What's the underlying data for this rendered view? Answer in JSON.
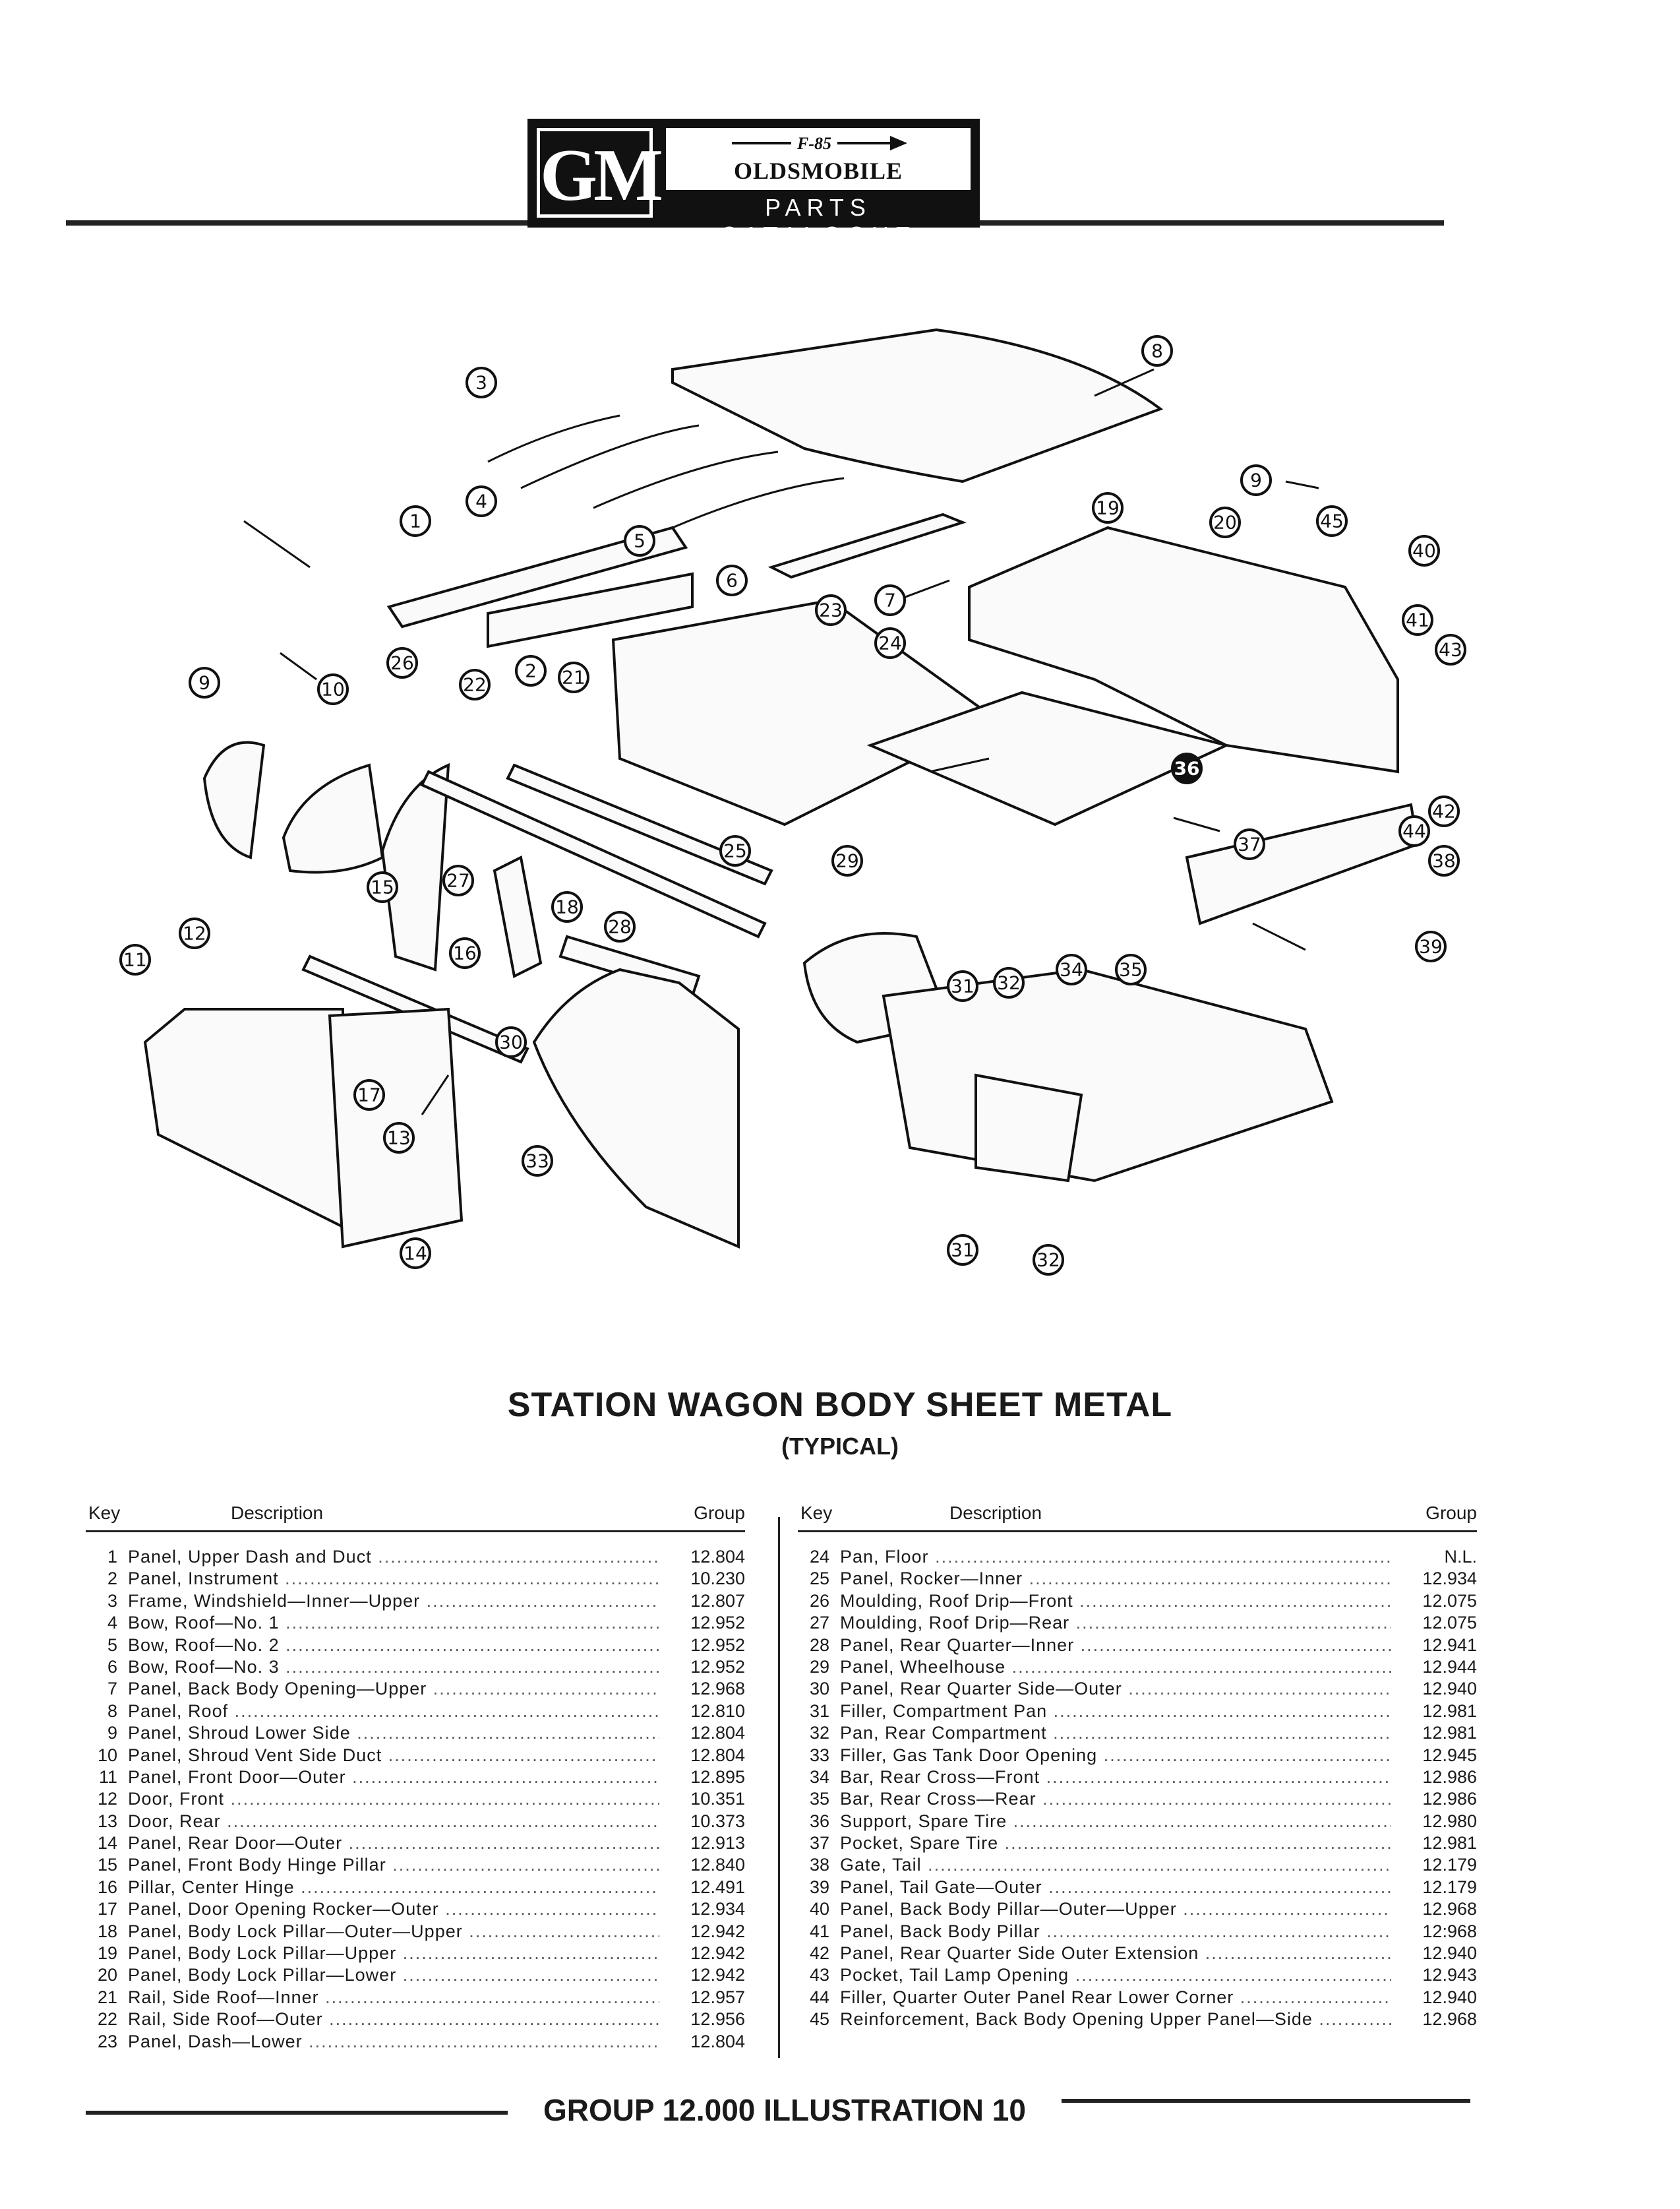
{
  "header": {
    "logo_text": "GM",
    "emblem_text": "F-85",
    "brand_name": "OLDSMOBILE",
    "catalogue_label": "PARTS CATALOGUE"
  },
  "callouts": {
    "c1": "1",
    "c2": "2",
    "c3": "3",
    "c4": "4",
    "c5": "5",
    "c6": "6",
    "c7": "7",
    "c8": "8",
    "c9": "9",
    "c10": "10",
    "c11": "11",
    "c12": "12",
    "c13": "13",
    "c14": "14",
    "c15": "15",
    "c16": "16",
    "c17": "17",
    "c18": "18",
    "c19": "19",
    "c20": "20",
    "c21": "21",
    "c22": "22",
    "c23": "23",
    "c24": "24",
    "c25": "25",
    "c26": "26",
    "c27": "27",
    "c28": "28",
    "c29": "29",
    "c30": "30",
    "c31": "31",
    "c32": "32",
    "c33": "33",
    "c34": "34",
    "c35": "35",
    "c36": "36",
    "c37": "37",
    "c38": "38",
    "c39": "39",
    "c40": "40",
    "c41": "41",
    "c42": "42",
    "c43": "43",
    "c44": "44",
    "c45": "45"
  },
  "title": "STATION WAGON BODY SHEET METAL",
  "subtitle": "(TYPICAL)",
  "table_headers": {
    "key": "Key",
    "description": "Description",
    "group": "Group"
  },
  "parts_left": [
    {
      "key": "1",
      "desc": "Panel, Upper Dash and Duct",
      "group": "12.804"
    },
    {
      "key": "2",
      "desc": "Panel, Instrument",
      "group": "10.230"
    },
    {
      "key": "3",
      "desc": "Frame, Windshield—Inner—Upper",
      "group": "12.807"
    },
    {
      "key": "4",
      "desc": "Bow, Roof—No. 1",
      "group": "12.952"
    },
    {
      "key": "5",
      "desc": "Bow, Roof—No. 2",
      "group": "12.952"
    },
    {
      "key": "6",
      "desc": "Bow, Roof—No. 3",
      "group": "12.952"
    },
    {
      "key": "7",
      "desc": "Panel, Back Body Opening—Upper",
      "group": "12.968"
    },
    {
      "key": "8",
      "desc": "Panel, Roof",
      "group": "12.810"
    },
    {
      "key": "9",
      "desc": "Panel, Shroud Lower Side",
      "group": "12.804"
    },
    {
      "key": "10",
      "desc": "Panel, Shroud Vent Side Duct",
      "group": "12.804"
    },
    {
      "key": "11",
      "desc": "Panel, Front Door—Outer",
      "group": "12.895"
    },
    {
      "key": "12",
      "desc": "Door, Front",
      "group": "10.351"
    },
    {
      "key": "13",
      "desc": "Door, Rear",
      "group": "10.373"
    },
    {
      "key": "14",
      "desc": "Panel, Rear Door—Outer",
      "group": "12.913"
    },
    {
      "key": "15",
      "desc": "Panel, Front Body Hinge Pillar",
      "group": "12.840"
    },
    {
      "key": "16",
      "desc": "Pillar, Center Hinge",
      "group": "12.491"
    },
    {
      "key": "17",
      "desc": "Panel, Door Opening Rocker—Outer",
      "group": "12.934"
    },
    {
      "key": "18",
      "desc": "Panel, Body Lock Pillar—Outer—Upper",
      "group": "12.942"
    },
    {
      "key": "19",
      "desc": "Panel, Body Lock Pillar—Upper",
      "group": "12.942"
    },
    {
      "key": "20",
      "desc": "Panel, Body Lock Pillar—Lower",
      "group": "12.942"
    },
    {
      "key": "21",
      "desc": "Rail, Side Roof—Inner",
      "group": "12.957"
    },
    {
      "key": "22",
      "desc": "Rail, Side Roof—Outer",
      "group": "12.956"
    },
    {
      "key": "23",
      "desc": "Panel, Dash—Lower",
      "group": "12.804"
    }
  ],
  "parts_right": [
    {
      "key": "24",
      "desc": "Pan, Floor",
      "group": "N.L."
    },
    {
      "key": "25",
      "desc": "Panel, Rocker—Inner",
      "group": "12.934"
    },
    {
      "key": "26",
      "desc": "Moulding, Roof Drip—Front",
      "group": "12.075"
    },
    {
      "key": "27",
      "desc": "Moulding, Roof Drip—Rear",
      "group": "12.075"
    },
    {
      "key": "28",
      "desc": "Panel, Rear Quarter—Inner",
      "group": "12.941"
    },
    {
      "key": "29",
      "desc": "Panel, Wheelhouse",
      "group": "12.944"
    },
    {
      "key": "30",
      "desc": "Panel, Rear Quarter Side—Outer",
      "group": "12.940"
    },
    {
      "key": "31",
      "desc": "Filler, Compartment Pan",
      "group": "12.981"
    },
    {
      "key": "32",
      "desc": "Pan, Rear Compartment",
      "group": "12.981"
    },
    {
      "key": "33",
      "desc": "Filler, Gas Tank Door Opening",
      "group": "12.945"
    },
    {
      "key": "34",
      "desc": "Bar, Rear Cross—Front",
      "group": "12.986"
    },
    {
      "key": "35",
      "desc": "Bar, Rear Cross—Rear",
      "group": "12.986"
    },
    {
      "key": "36",
      "desc": "Support, Spare Tire",
      "group": "12.980"
    },
    {
      "key": "37",
      "desc": "Pocket, Spare Tire",
      "group": "12.981"
    },
    {
      "key": "38",
      "desc": "Gate, Tail",
      "group": "12.179"
    },
    {
      "key": "39",
      "desc": "Panel, Tail Gate—Outer",
      "group": "12.179"
    },
    {
      "key": "40",
      "desc": "Panel, Back Body Pillar—Outer—Upper",
      "group": "12.968"
    },
    {
      "key": "41",
      "desc": "Panel, Back Body Pillar",
      "group": "12:968"
    },
    {
      "key": "42",
      "desc": "Panel, Rear Quarter Side Outer Extension",
      "group": "12.940"
    },
    {
      "key": "43",
      "desc": "Pocket, Tail Lamp Opening",
      "group": "12.943"
    },
    {
      "key": "44",
      "desc": "Filler, Quarter Outer Panel Rear Lower Corner",
      "group": "12.940"
    },
    {
      "key": "45",
      "desc": "Reinforcement, Back Body Opening Upper Panel—Side",
      "group": "12.968"
    }
  ],
  "footer": "GROUP 12.000 ILLUSTRATION 10"
}
